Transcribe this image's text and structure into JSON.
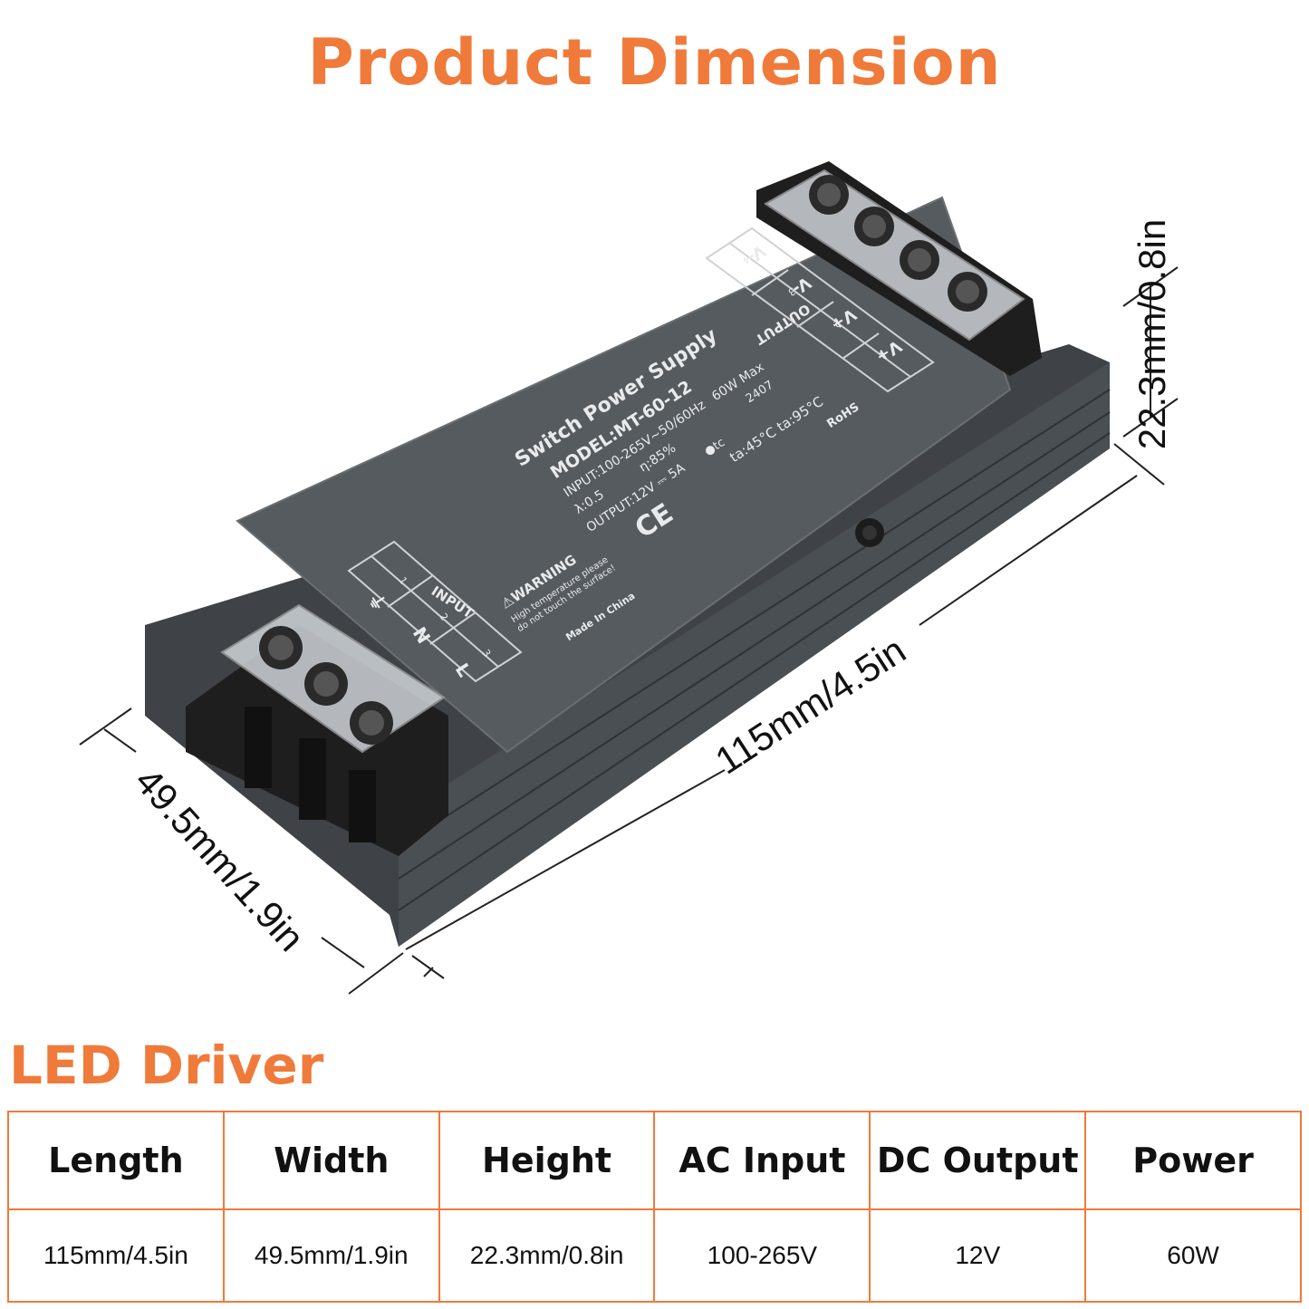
{
  "header": {
    "title": "Product Dimension"
  },
  "dimensions": {
    "length": "115mm/4.5in",
    "width": "49.5mm/1.9in",
    "height": "22.3mm/0.8in"
  },
  "device_label": {
    "brand_line": "Switch Power Supply",
    "model": "MODEL:MT-60-12",
    "input": "INPUT:100-265V~50/60Hz",
    "power": "60W Max",
    "lambda": "λ:0.5",
    "eta": "η:85%",
    "output": "OUTPUT:12V ⎓ 5A",
    "tc": "●tc",
    "ta": "ta:45°C ta:95°C",
    "code": "2407",
    "rohs": "RoHS",
    "ce": "CE",
    "warning_title": "⚠WARNING",
    "warning_text_1": "High temperature please",
    "warning_text_2": "do not touch the surface!",
    "made_in": "Made In China",
    "output_header": "OUTPUT",
    "output_terminals": [
      "V-",
      "V-",
      "V+",
      "V+"
    ],
    "output_numbers": [
      "4",
      "3",
      "2",
      "1"
    ],
    "input_header": "INPUT",
    "input_terminals": [
      "⏚",
      "N",
      "L"
    ],
    "input_numbers": [
      "1",
      "2",
      "3"
    ]
  },
  "spec_section": {
    "title": "LED Driver",
    "headers": [
      "Length",
      "Width",
      "Height",
      "AC Input",
      "DC Output",
      "Power"
    ],
    "values": [
      "115mm/4.5in",
      "49.5mm/1.9in",
      "22.3mm/0.8in",
      "100-265V",
      "12V",
      "60W"
    ]
  },
  "colors": {
    "accent": "#f07a3a",
    "casing": "#4e5358",
    "casing_dark": "#3a3e42",
    "terminal_block": "#1c1c1c"
  }
}
